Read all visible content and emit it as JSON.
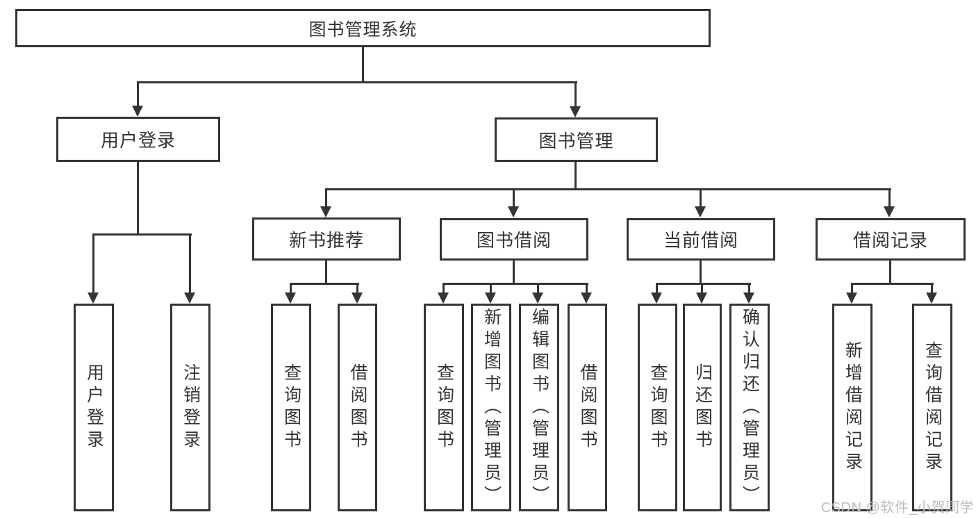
{
  "nodes": {
    "root": "图书管理系统",
    "user_login": "用户登录",
    "book_management": "图书管理",
    "new_book_recommend": "新书推荐",
    "book_borrow": "图书借阅",
    "current_borrow": "当前借阅",
    "borrow_records": "借阅记录",
    "login_user_login": "用户登录",
    "login_logout": "注销登录",
    "nbr_query_book": "查询图书",
    "nbr_borrow_book": "借阅图书",
    "bb_query_book": "查询图书",
    "bb_add_book_admin": "新增图书（管理员）",
    "bb_edit_book_admin": "编辑图书（管理员）",
    "bb_borrow_book": "借阅图书",
    "cb_query_book": "查询图书",
    "cb_return_book": "归还图书",
    "cb_confirm_return_admin": "确认归还（管理员）",
    "br_add_borrow_record": "新增借阅记录",
    "br_query_borrow_record": "查询借阅记录"
  },
  "watermark": "CSDN @软件_小贺同学",
  "colors": {
    "line": "#343434",
    "text": "#333333",
    "watermark_text": "#bdbdbd",
    "background": "#ffffff"
  }
}
